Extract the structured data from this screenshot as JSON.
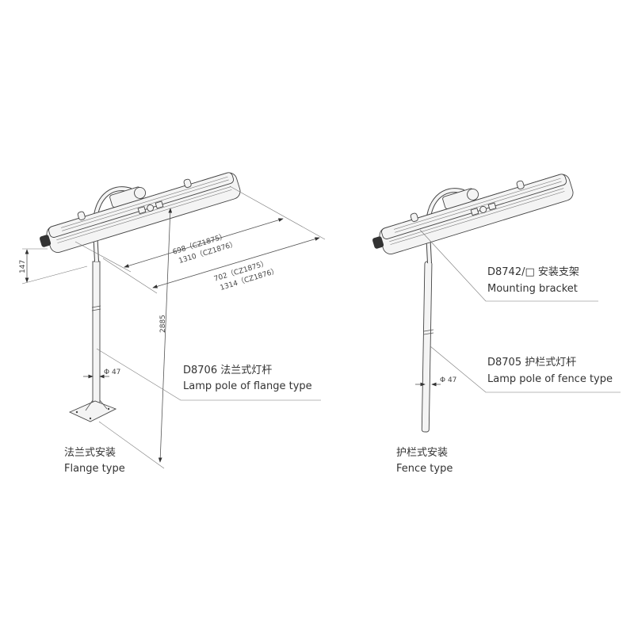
{
  "flange": {
    "dim_height": "147",
    "dim_len1_a": "698（CZ1875）",
    "dim_len1_b": "1310（CZ1876）",
    "dim_len2_a": "702（CZ1875）",
    "dim_len2_b": "1314（CZ1876）",
    "dim_total_height": "2885",
    "pole_diameter": "Φ 47",
    "pole_label_cn": "D8706 法兰式灯杆",
    "pole_label_en": "Lamp pole of flange type",
    "caption_cn": "法兰式安装",
    "caption_en": "Flange type"
  },
  "fence": {
    "bracket_label_cn": "D8742/□ 安装支架",
    "bracket_label_en": "Mounting bracket",
    "pole_diameter": "Φ 47",
    "pole_label_cn": "D8705 护栏式灯杆",
    "pole_label_en": "Lamp pole of fence type",
    "caption_cn": "护栏式安装",
    "caption_en": "Fence type"
  }
}
